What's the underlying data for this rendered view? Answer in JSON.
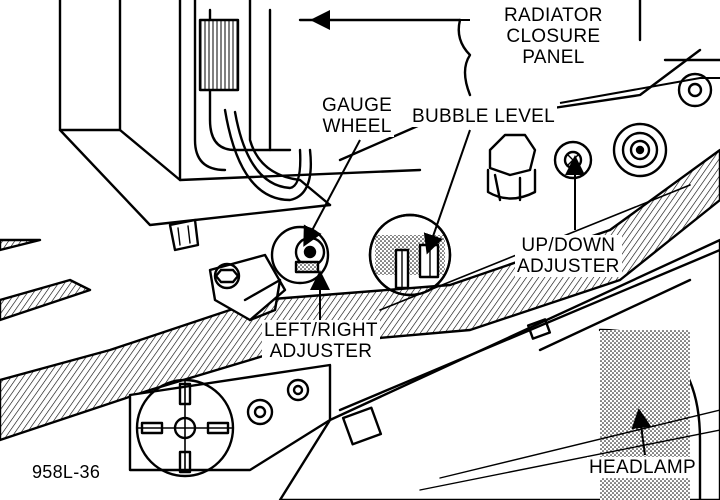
{
  "figure_id": "958L-36",
  "labels": {
    "radiator_closure_panel": [
      "RADIATOR",
      "CLOSURE",
      "PANEL"
    ],
    "gauge_wheel": [
      "GAUGE",
      "WHEEL"
    ],
    "bubble_level": "BUBBLE LEVEL",
    "up_down_adjuster": [
      "UP/DOWN",
      "ADJUSTER"
    ],
    "left_right_adjuster": [
      "LEFT/RIGHT",
      "ADJUSTER"
    ],
    "headlamp": "HEADLAMP"
  },
  "colors": {
    "ink": "#000000",
    "paper": "#ffffff"
  }
}
